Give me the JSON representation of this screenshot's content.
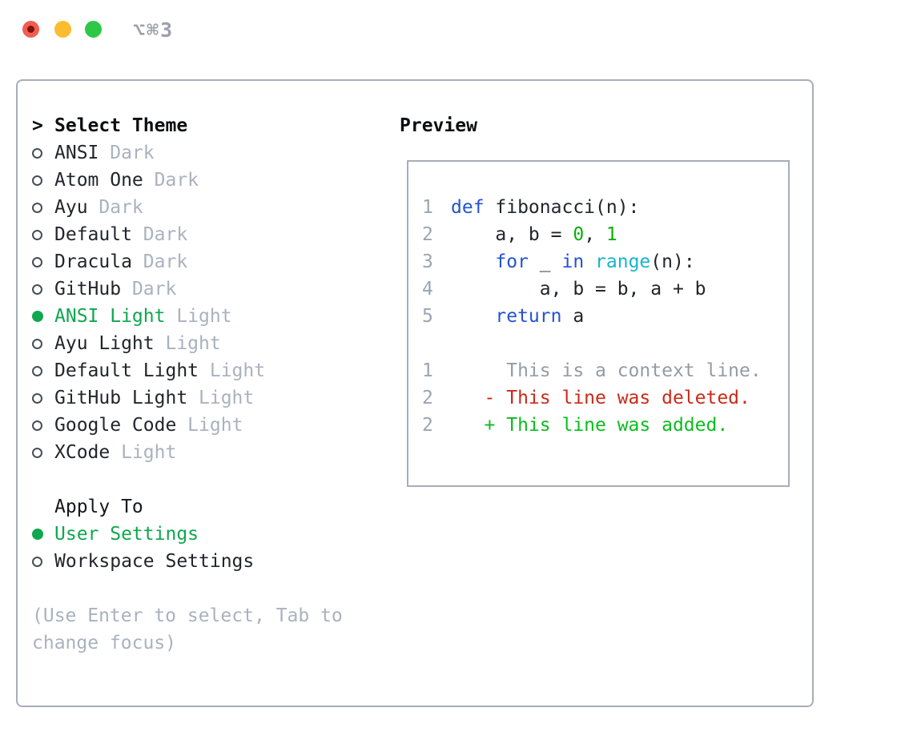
{
  "titlebar": {
    "shortcut": "⌥⌘3"
  },
  "theme_panel": {
    "header_prefix": ">",
    "header": "Select Theme",
    "items": [
      {
        "name": "ANSI",
        "variant": "Dark",
        "selected": false
      },
      {
        "name": "Atom One",
        "variant": "Dark",
        "selected": false
      },
      {
        "name": "Ayu",
        "variant": "Dark",
        "selected": false
      },
      {
        "name": "Default",
        "variant": "Dark",
        "selected": false
      },
      {
        "name": "Dracula",
        "variant": "Dark",
        "selected": false
      },
      {
        "name": "GitHub",
        "variant": "Dark",
        "selected": false
      },
      {
        "name": "ANSI Light",
        "variant": "Light",
        "selected": true
      },
      {
        "name": "Ayu Light",
        "variant": "Light",
        "selected": false
      },
      {
        "name": "Default Light",
        "variant": "Light",
        "selected": false
      },
      {
        "name": "GitHub Light",
        "variant": "Light",
        "selected": false
      },
      {
        "name": "Google Code",
        "variant": "Light",
        "selected": false
      },
      {
        "name": "XCode",
        "variant": "Light",
        "selected": false
      }
    ]
  },
  "apply_panel": {
    "header": "Apply To",
    "options": [
      {
        "name": "User Settings",
        "selected": true
      },
      {
        "name": "Workspace Settings",
        "selected": false
      }
    ]
  },
  "help": {
    "line1": "(Use Enter to select, Tab to",
    "line2": "change focus)"
  },
  "preview": {
    "header": "Preview",
    "lines": [
      {
        "num": "1",
        "segments": [
          {
            "t": "def",
            "c": "kw"
          },
          {
            "t": " fibonacci(n):",
            "c": "fg"
          }
        ]
      },
      {
        "num": "2",
        "segments": [
          {
            "t": "    a, b = ",
            "c": "fg"
          },
          {
            "t": "0",
            "c": "num"
          },
          {
            "t": ", ",
            "c": "fg"
          },
          {
            "t": "1",
            "c": "num"
          }
        ]
      },
      {
        "num": "3",
        "segments": [
          {
            "t": "    ",
            "c": "fg"
          },
          {
            "t": "for",
            "c": "kw"
          },
          {
            "t": " _ ",
            "c": "fg"
          },
          {
            "t": "in",
            "c": "kw"
          },
          {
            "t": " ",
            "c": "fg"
          },
          {
            "t": "range",
            "c": "builtin"
          },
          {
            "t": "(n):",
            "c": "fg"
          }
        ]
      },
      {
        "num": "4",
        "segments": [
          {
            "t": "        a, b = b, a + b",
            "c": "fg"
          }
        ]
      },
      {
        "num": "5",
        "segments": [
          {
            "t": "    ",
            "c": "fg"
          },
          {
            "t": "return",
            "c": "kw"
          },
          {
            "t": " a",
            "c": "fg"
          }
        ]
      },
      {
        "num": "",
        "segments": []
      },
      {
        "num": "1",
        "segments": [
          {
            "t": "     This is a context line.",
            "c": "ctx"
          }
        ]
      },
      {
        "num": "2",
        "segments": [
          {
            "t": "   - This line was deleted.",
            "c": "del"
          }
        ]
      },
      {
        "num": "2",
        "segments": [
          {
            "t": "   + This line was added.",
            "c": "add"
          }
        ]
      }
    ]
  },
  "colors": {
    "ui_green": "#0fa74f",
    "keyword_blue": "#2353d3",
    "builtin_cyan": "#18b4ca",
    "number_green": "#09b009",
    "added_green": "#0cbd1f",
    "deleted_red": "#ca2a18",
    "context_gray": "#939ca6",
    "line_number": "#9aa5b4",
    "text_dark": "#21262c",
    "muted_gray": "#a9b2bf",
    "border_gray": "#a7aeb9",
    "traffic_red": "#f25c51",
    "traffic_red_inner": "#7d150b",
    "traffic_yellow": "#fbbd2f",
    "traffic_green": "#2ec748",
    "shortcut_gray": "#9ba1a9"
  }
}
